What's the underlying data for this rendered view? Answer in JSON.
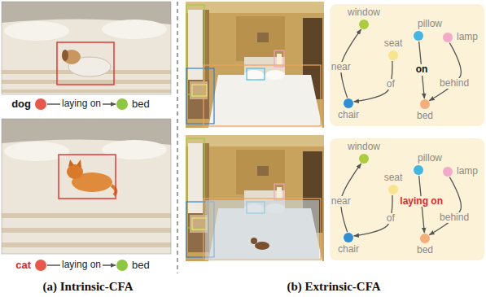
{
  "diagram": {
    "nodes": [
      {
        "text": [
          "dog"
        ]
      },
      {
        "text": [
          "bed"
        ]
      },
      {
        "text": [
          "cat"
        ]
      },
      {
        "text": [
          "bed"
        ]
      },
      {
        "text": [
          "window"
        ]
      },
      {
        "text": [
          "seat"
        ]
      },
      {
        "text": [
          "pillow"
        ]
      },
      {
        "text": [
          "lamp"
        ]
      },
      {
        "text": [
          "chair"
        ]
      },
      {
        "text": [
          "bed"
        ]
      },
      {
        "text": [
          "window"
        ]
      },
      {
        "text": [
          "seat"
        ]
      },
      {
        "text": [
          "pillow"
        ]
      },
      {
        "text": [
          "lamp"
        ]
      },
      {
        "text": [
          "chair"
        ]
      },
      {
        "text": [
          "bed"
        ]
      }
    ],
    "edges": [
      {
        "from": 0,
        "to": 1,
        "label": "laying on",
        "arrow": "to"
      },
      {
        "from": 2,
        "to": 3,
        "label": "laying on",
        "arrow": "to"
      },
      {
        "from": 8,
        "to": 4,
        "label": "near",
        "arrow": "to"
      },
      {
        "from": 5,
        "to": 8,
        "label": "of",
        "arrow": "to"
      },
      {
        "from": 6,
        "to": 9,
        "label": "on",
        "arrow": "to"
      },
      {
        "from": 7,
        "to": 9,
        "label": "behind",
        "arrow": "to"
      },
      {
        "from": 14,
        "to": 10,
        "label": "near",
        "arrow": "to"
      },
      {
        "from": 11,
        "to": 14,
        "label": "of",
        "arrow": "to"
      },
      {
        "from": 12,
        "to": 15,
        "label": "laying on",
        "arrow": "to"
      },
      {
        "from": 13,
        "to": 15,
        "label": "behind",
        "arrow": "to"
      }
    ],
    "labels": [
      "(a) Intrinsic-CFA",
      "(b) Extrinsic-CFA"
    ]
  }
}
